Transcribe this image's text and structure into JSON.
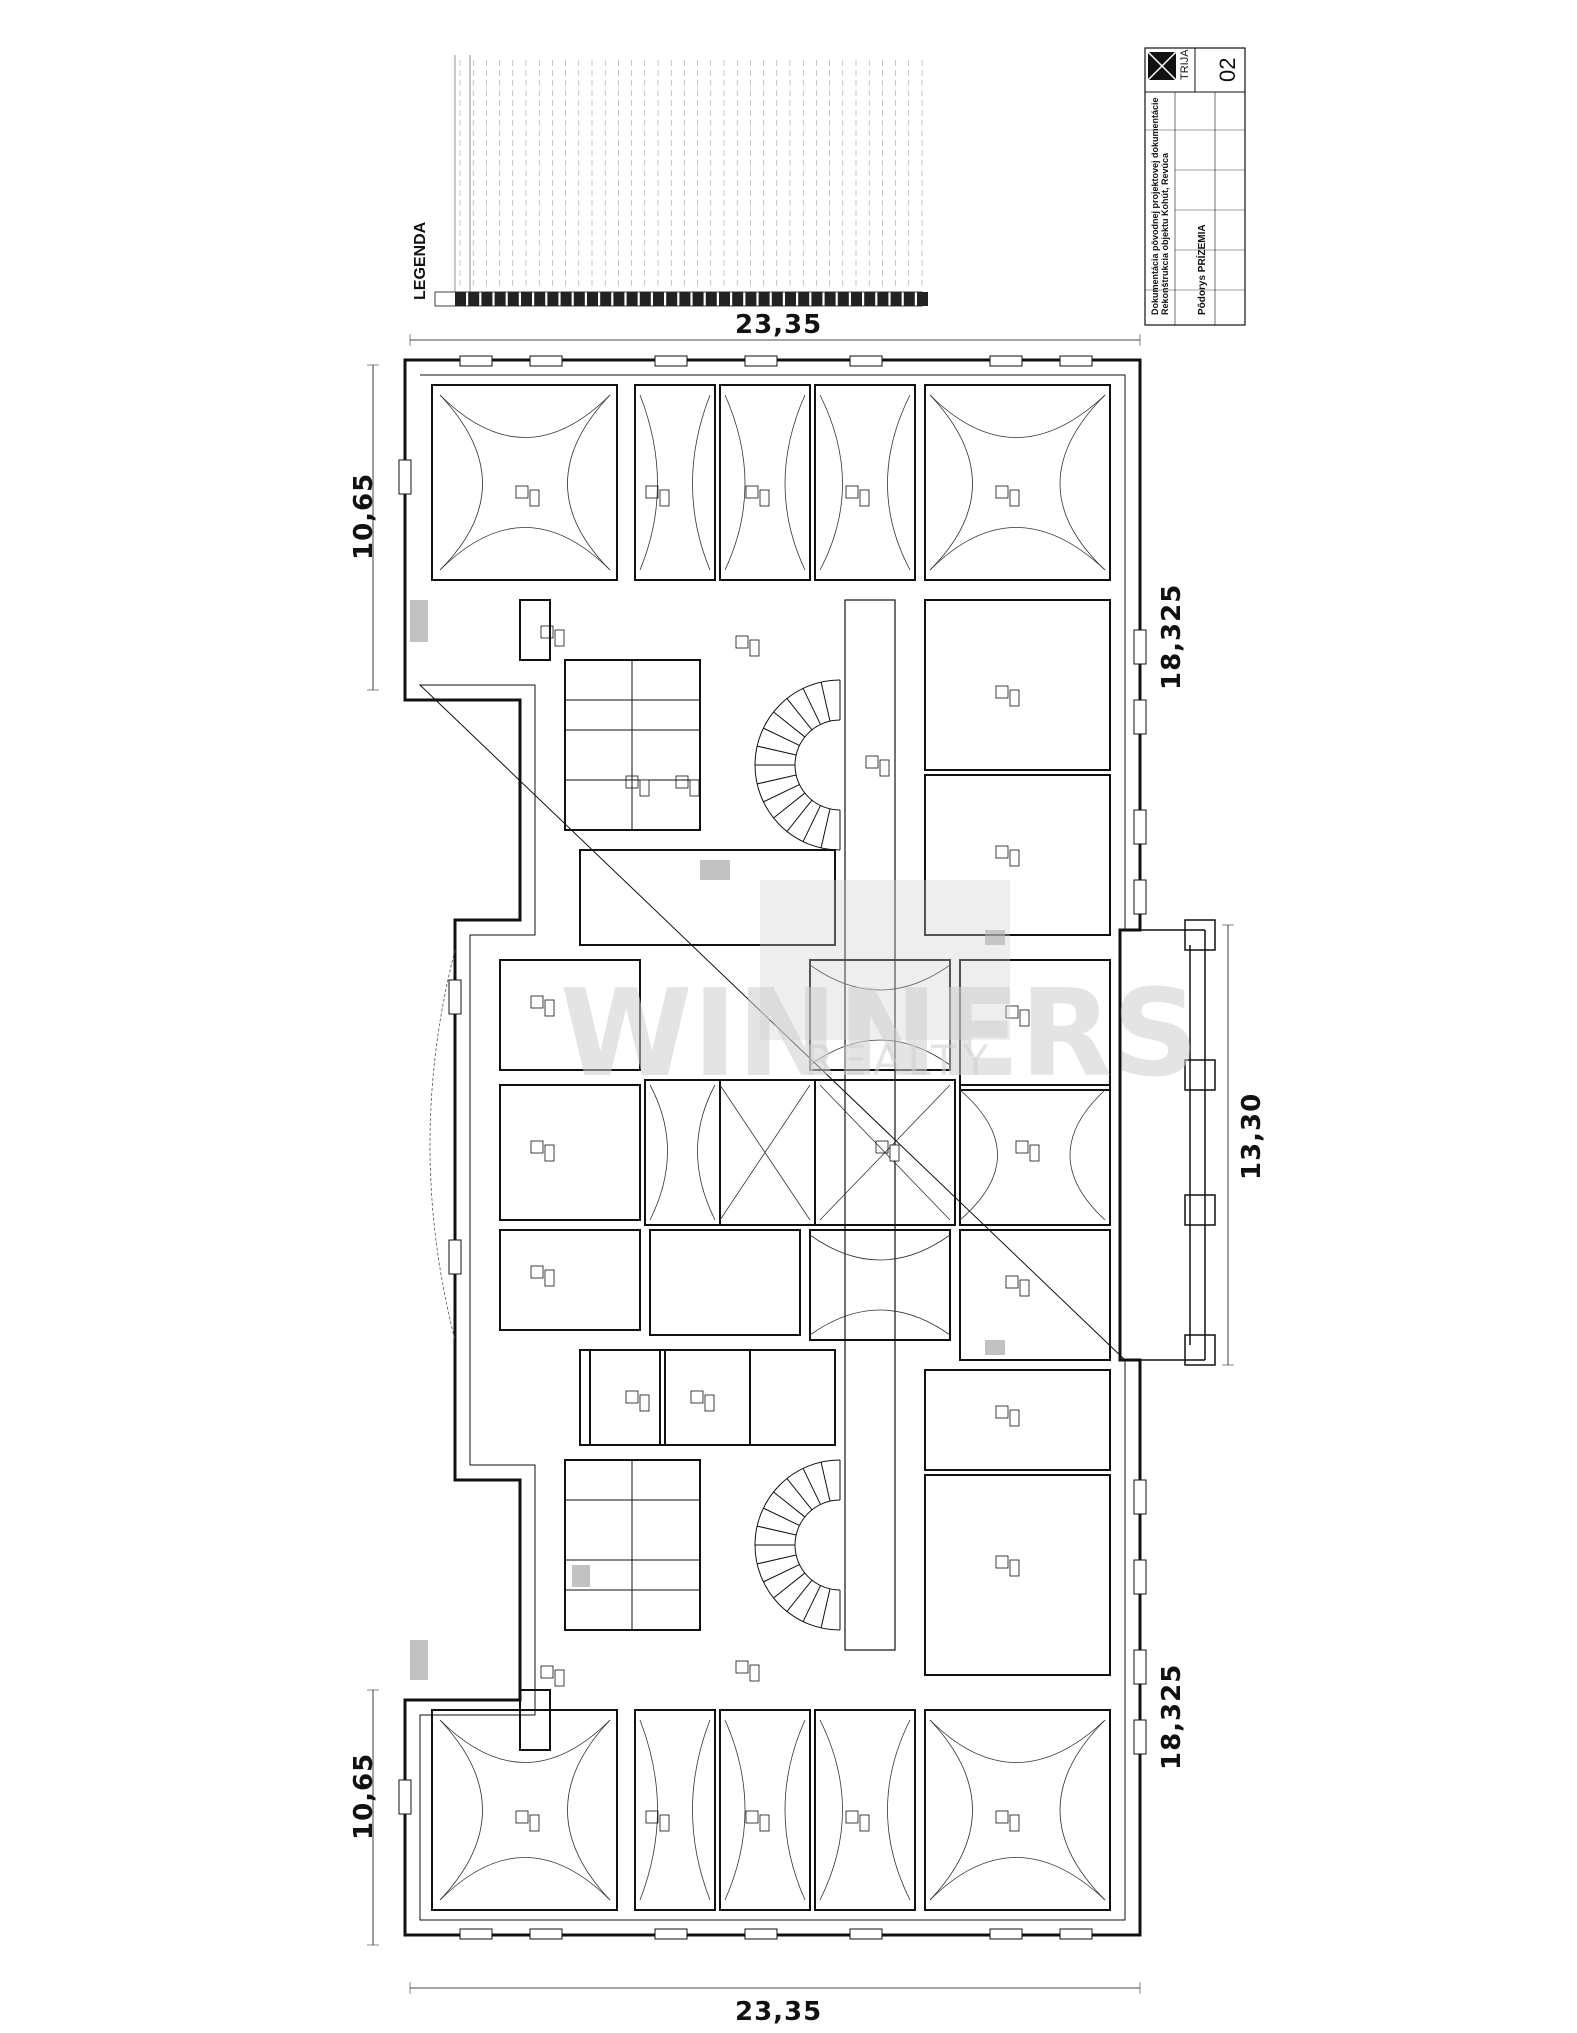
{
  "plan": {
    "dim_top": "23,35",
    "dim_bottom": "23,35",
    "dim_left_top": "10,65",
    "dim_left_bottom": "10,65",
    "dim_right_top": "18,325",
    "dim_right_bottom": "18,325",
    "dim_right_mid": "13,30"
  },
  "legend": {
    "title": "LEGENDA"
  },
  "title_block": {
    "logo_text": "TRIJA",
    "sheet_number": "02",
    "project_title": "Dokumentácia pôvodnej projektovej dokumentácie",
    "subtitle": "Rekonštrukcia objektu Kohút, Revúca",
    "drawing_name": "Pôdorys PRÍZEMIA"
  },
  "watermark": {
    "brand": "WINNERS",
    "tagline": "REALTY"
  },
  "colors": {
    "line": "#111111",
    "hatch": "#888888",
    "watermark": "#cfcfcf"
  }
}
